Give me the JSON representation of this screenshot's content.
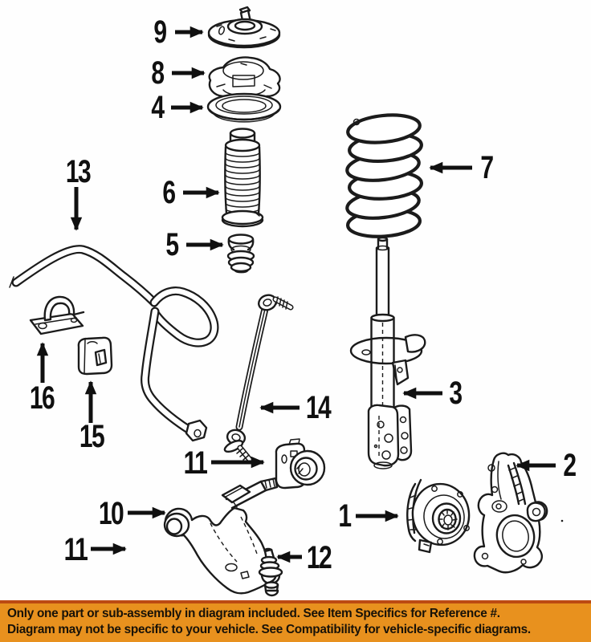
{
  "banner": {
    "line1": "Only one part or sub-assembly in diagram included. See Item Specifics for Reference #.",
    "line2": "Diagram may not be specific to your vehicle. See Compatibility for vehicle-specific diagrams.",
    "bg_color": "#e8911e",
    "top_stripe_color": "#bc4a12",
    "text_color": "#181208"
  },
  "diagram": {
    "subject": "front-suspension-exploded-parts-diagram",
    "line_color": "#1b1b1b",
    "background": "#fefefe",
    "callouts": [
      {
        "ref": "9",
        "part": "strut-mount"
      },
      {
        "ref": "8",
        "part": "strut-mount-bearing"
      },
      {
        "ref": "4",
        "part": "upper-spring-seat"
      },
      {
        "ref": "6",
        "part": "strut-dust-boot"
      },
      {
        "ref": "5",
        "part": "strut-bumper"
      },
      {
        "ref": "7",
        "part": "coil-spring"
      },
      {
        "ref": "13",
        "part": "stabilizer-bar"
      },
      {
        "ref": "16",
        "part": "stabilizer-bar-bracket"
      },
      {
        "ref": "15",
        "part": "stabilizer-bar-bushing"
      },
      {
        "ref": "14",
        "part": "stabilizer-link"
      },
      {
        "ref": "11",
        "part": "control-arm-rear-bushing"
      },
      {
        "ref": "10",
        "part": "lower-control-arm"
      },
      {
        "ref": "11",
        "part": "control-arm-front-bushing"
      },
      {
        "ref": "12",
        "part": "ball-joint"
      },
      {
        "ref": "3",
        "part": "strut-assembly"
      },
      {
        "ref": "1",
        "part": "hub-and-bearing"
      },
      {
        "ref": "2",
        "part": "steering-knuckle"
      }
    ]
  }
}
